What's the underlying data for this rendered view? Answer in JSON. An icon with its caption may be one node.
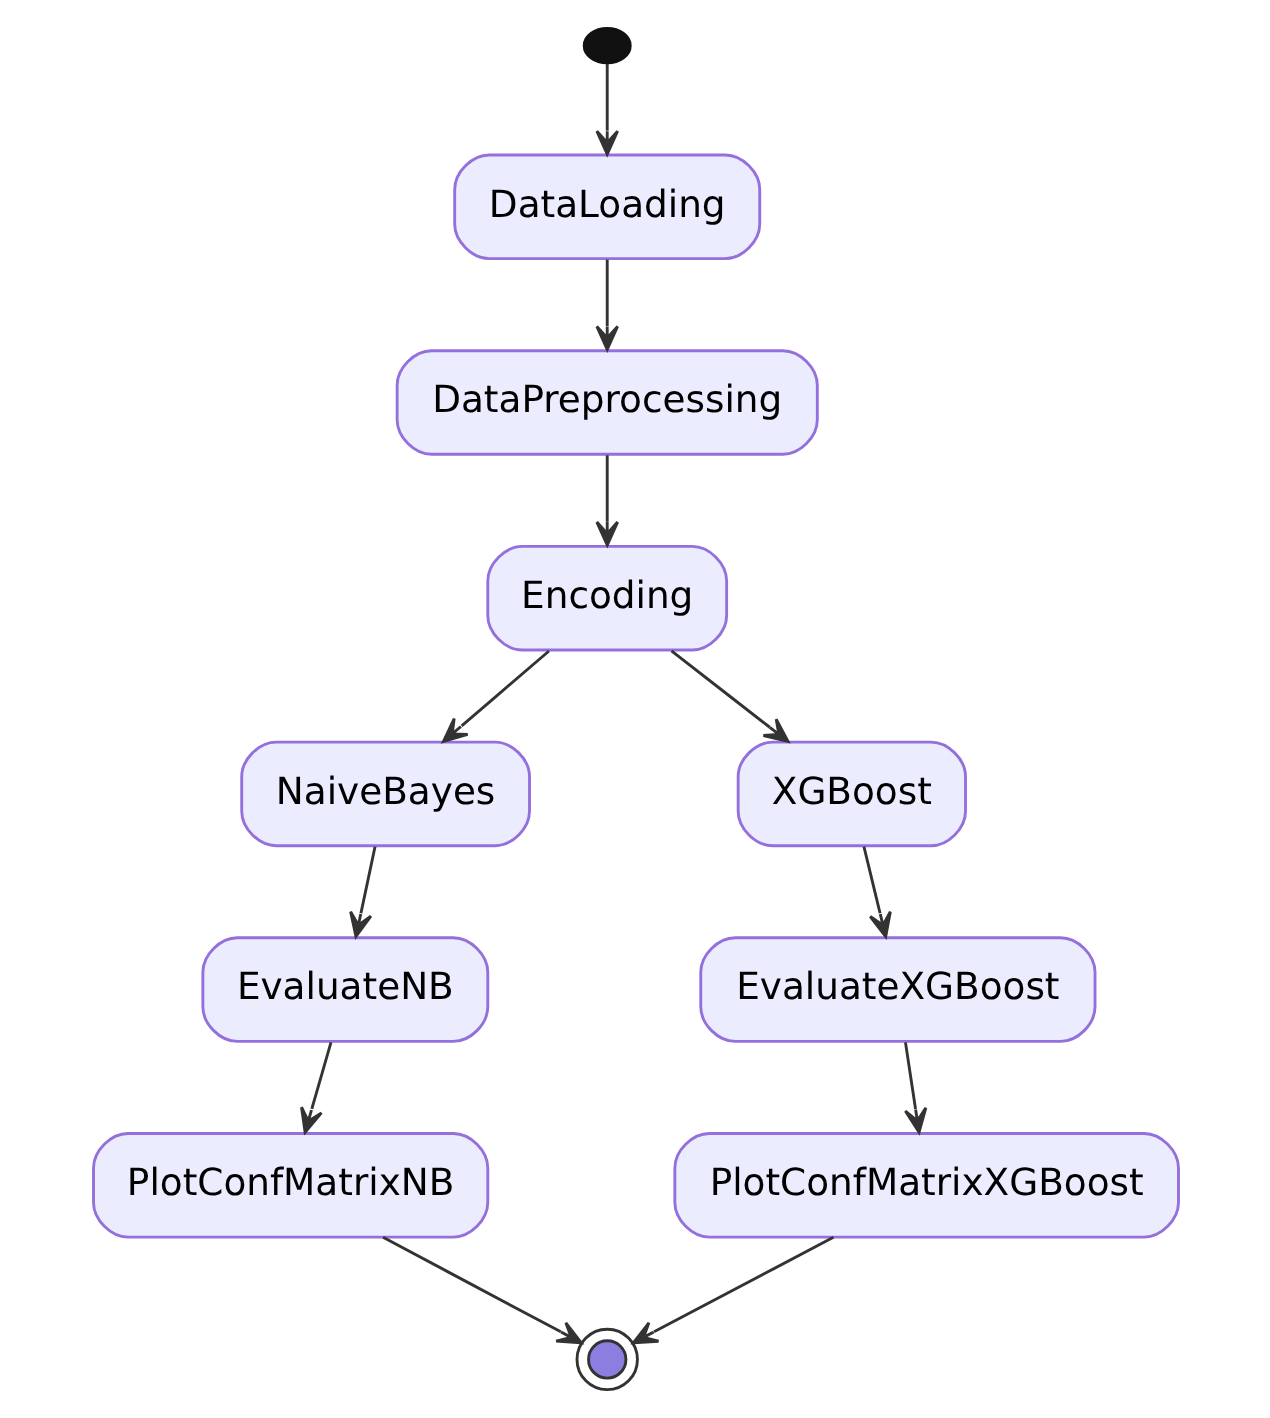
{
  "diagram": {
    "nodes": [
      {
        "text": [],
        "shape": "circle"
      },
      {
        "text": [
          "DataLoading"
        ]
      },
      {
        "text": [
          "DataPreprocessing"
        ]
      },
      {
        "text": [
          "Encoding"
        ]
      },
      {
        "text": [
          "NaiveBayes"
        ]
      },
      {
        "text": [
          "XGBoost"
        ]
      },
      {
        "text": [
          "EvaluateNB"
        ]
      },
      {
        "text": [
          "EvaluateXGBoost"
        ]
      },
      {
        "text": [
          "PlotConfMatrixNB"
        ]
      },
      {
        "text": [
          "PlotConfMatrixXGBoost"
        ]
      },
      {
        "text": [],
        "shape": "circle"
      }
    ],
    "edges": [
      {
        "from": 0,
        "to": 1,
        "arrow": "to"
      },
      {
        "from": 1,
        "to": 2,
        "arrow": "to"
      },
      {
        "from": 2,
        "to": 3,
        "arrow": "to"
      },
      {
        "from": 3,
        "to": 4,
        "arrow": "to"
      },
      {
        "from": 3,
        "to": 5,
        "arrow": "to"
      },
      {
        "from": 4,
        "to": 6,
        "arrow": "to"
      },
      {
        "from": 5,
        "to": 7,
        "arrow": "to"
      },
      {
        "from": 6,
        "to": 8,
        "arrow": "to"
      },
      {
        "from": 7,
        "to": 9,
        "arrow": "to"
      },
      {
        "from": 8,
        "to": 10,
        "arrow": "to"
      },
      {
        "from": 9,
        "to": 10,
        "arrow": "to"
      }
    ]
  }
}
